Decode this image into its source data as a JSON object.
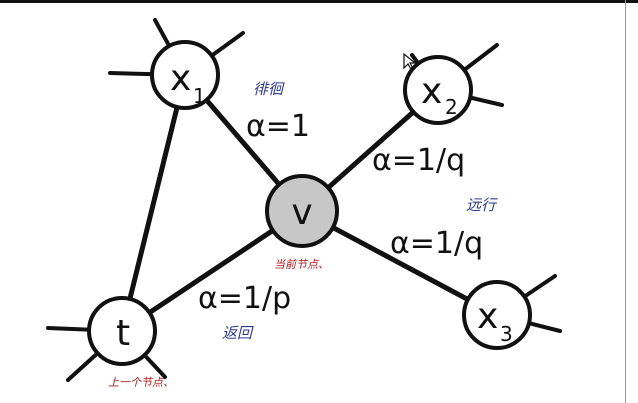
{
  "nodes": {
    "x1": {
      "main": "x",
      "sub": "1"
    },
    "x2": {
      "main": "x",
      "sub": "2"
    },
    "x3": {
      "main": "x",
      "sub": "3"
    },
    "v": {
      "main": "v"
    },
    "t": {
      "main": "t"
    }
  },
  "edge_labels": {
    "v_x1": "α=1",
    "v_x2": "α=1/q",
    "v_x3": "α=1/q",
    "v_t": "α=1/p"
  },
  "annotations": {
    "x1_note": "徘徊",
    "x2_note": "远行",
    "v_note": "当前节点、",
    "t_note": "返回",
    "t_node_note": "上一个节点、"
  },
  "colors": {
    "node_fill": "#ffffff",
    "current_node_fill": "#c7c7c7",
    "stroke": "#111111",
    "note_blue": "#2e3a8c",
    "note_red": "#b01c1c"
  }
}
